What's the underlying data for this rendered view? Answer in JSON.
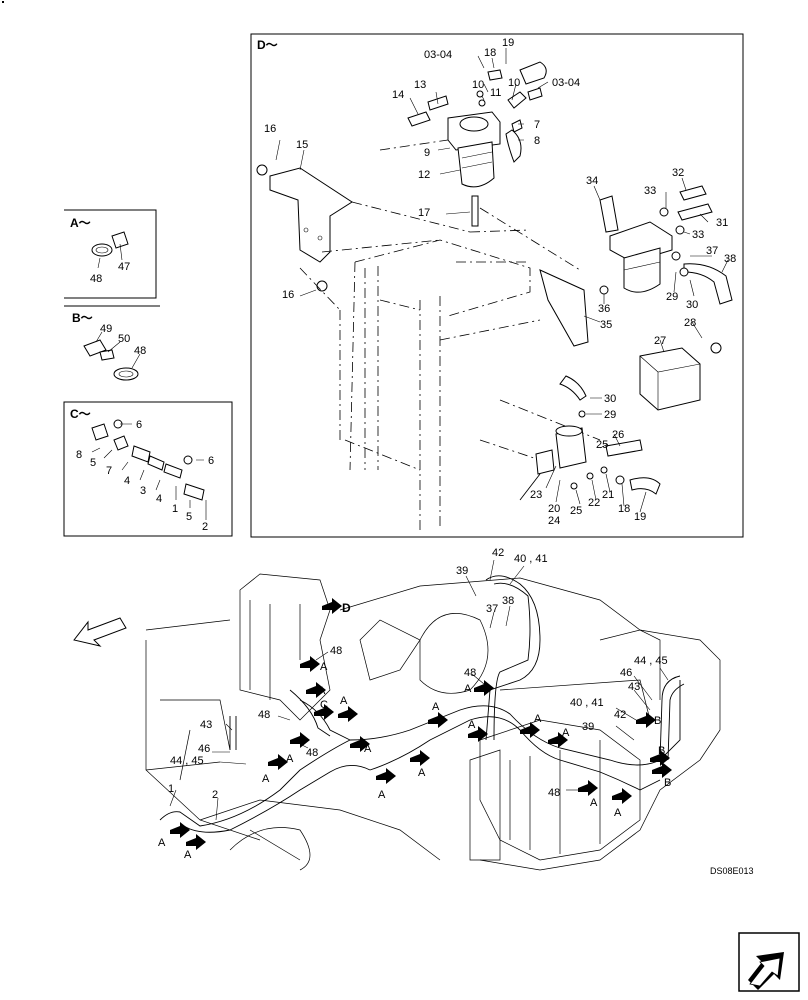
{
  "detail_D": {
    "title": "D～",
    "labels": [
      "03-04",
      "18",
      "19",
      "10",
      "11",
      "10",
      "03-04",
      "13",
      "14",
      "9",
      "7",
      "8",
      "12",
      "16",
      "15",
      "17",
      "33",
      "32",
      "31",
      "34",
      "33",
      "37",
      "38",
      "29",
      "30",
      "16",
      "36",
      "35",
      "28",
      "27",
      "30",
      "29",
      "26",
      "25",
      "23",
      "20",
      "24",
      "25",
      "22",
      "21",
      "18",
      "19"
    ]
  },
  "detail_A": {
    "title": "A～",
    "labels": [
      "47",
      "48"
    ]
  },
  "detail_B": {
    "title": "B～",
    "labels": [
      "49",
      "50",
      "48"
    ]
  },
  "detail_C": {
    "title": "C～",
    "labels": [
      "6",
      "8",
      "5",
      "7",
      "4",
      "3",
      "4",
      "1",
      "6",
      "5",
      "2"
    ]
  },
  "main": {
    "labels": [
      "42",
      "40 , 41",
      "39",
      "37",
      "38",
      "48",
      "A",
      "D",
      "48",
      "A",
      "A",
      "C",
      "A",
      "A",
      "43",
      "48",
      "46",
      "44 , 45",
      "48",
      "A",
      "A",
      "A",
      "A",
      "A",
      "A",
      "1",
      "2",
      "A",
      "A",
      "44 , 45",
      "46",
      "43",
      "40 , 41",
      "42",
      "39",
      "B",
      "A",
      "A",
      "48",
      "B",
      "B",
      "A",
      "A"
    ],
    "code": "DS08E013"
  },
  "nav_icon": "navigate-arrow-icon"
}
